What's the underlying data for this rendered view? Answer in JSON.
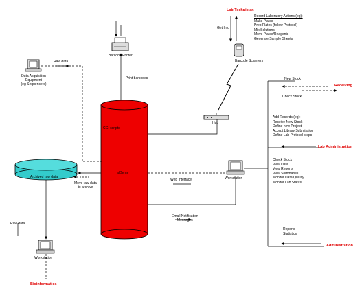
{
  "roles": {
    "lab_technician": "Lab Technician",
    "receiving": "Receiving",
    "lab_administration": "Lab Administration",
    "administration": "Administration",
    "bioinformatics": "Bioinformatics"
  },
  "technician_actions": {
    "heading": "Record Laboratory Actions  (eg):",
    "items": [
      "Make Plates",
      "Prep Plates (follow Protocol)",
      "Mix Solutions",
      "Move Plates/Reagents",
      "Generate Sample Sheets"
    ]
  },
  "equipment": {
    "barcode_printer": "Barcode Printer",
    "barcode_scanners": "Barcode      Scanners",
    "hub": "Hub",
    "data_acquisition": [
      "Data Acquisition",
      "Equipment",
      "(eg Sequencers)"
    ],
    "workstation_right": "Workstation",
    "workstation_bottom": "Workstation"
  },
  "database": {
    "label": "alDente",
    "cgi_scripts": "CGI scripts",
    "archive": "Archived raw data"
  },
  "flows": {
    "get_info": "Get Info",
    "raw_data_top": "Raw data",
    "print_barcodes": "Print barcodes",
    "new_stock": "New Stock",
    "check_stock": "Check Stock",
    "web_interface": "Web Interface",
    "move_raw_data": [
      "Move raw data",
      "to archive"
    ],
    "email": [
      "Email Notification",
      "Messages"
    ],
    "raw_data_bottom": "Raw data"
  },
  "lab_admin_records": {
    "heading": "Add Records  (eg):",
    "items": [
      "Receive New Stock",
      "Define new Project",
      "Accept Library Submission",
      "Define Lab Protocol steps"
    ]
  },
  "view_actions": [
    "Check Stock",
    "View Data",
    "View Reports",
    "View Summaries",
    "Monitor Data Quality",
    "Monitor Lab Status"
  ],
  "admin_actions": [
    "Reports",
    "Statistics"
  ]
}
